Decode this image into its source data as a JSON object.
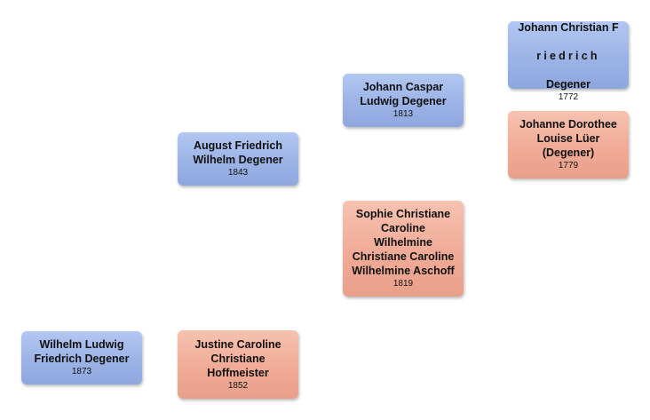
{
  "people": {
    "p0": {
      "name": "Wilhelm Ludwig\nFriedrich Degener",
      "year": "1873",
      "sex": "male"
    },
    "p1": {
      "name": "August Friedrich\nWilhelm Degener",
      "year": "1843",
      "sex": "male"
    },
    "p2": {
      "name": "Justine Caroline\nChristiane\nHoffmeister",
      "year": "1852",
      "sex": "female"
    },
    "p3": {
      "name": "Johann Caspar\nLudwig Degener",
      "year": "1813",
      "sex": "male"
    },
    "p4": {
      "name": "Sophie Christiane\nCaroline\nWilhelmine\nChristiane Caroline\nWilhelmine Aschoff",
      "year": "1819",
      "sex": "female"
    },
    "p5": {
      "name_line1": "Johann Christian F",
      "name_line2": "riedrich",
      "name_line3": "Degener",
      "year": "1772",
      "sex": "male"
    },
    "p6": {
      "name": "Johanne Dorothee\nLouise Lüer\n(Degener)",
      "year": "1779",
      "sex": "female"
    }
  },
  "colors": {
    "male": "#9cb3e6",
    "female": "#f0ab97",
    "background": "#ffffff"
  }
}
